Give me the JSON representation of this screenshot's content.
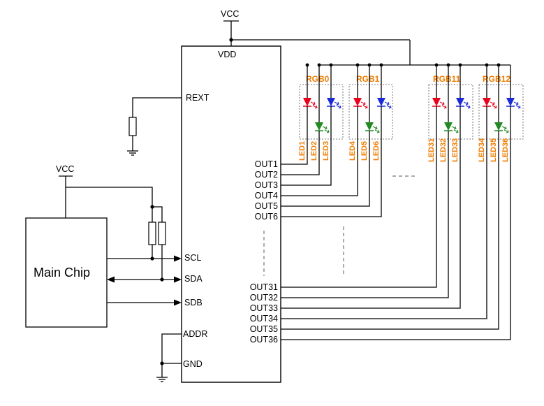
{
  "labels": {
    "vcc_top": "VCC",
    "vcc_left": "VCC",
    "vdd": "VDD",
    "rext": "REXT",
    "main_chip": "Main Chip",
    "scl": "SCL",
    "sda": "SDA",
    "sdb": "SDB",
    "addr": "ADDR",
    "gnd": "GND"
  },
  "outputs_top": [
    "OUT1",
    "OUT2",
    "OUT3",
    "OUT4",
    "OUT5",
    "OUT6"
  ],
  "outputs_bottom": [
    "OUT31",
    "OUT32",
    "OUT33",
    "OUT34",
    "OUT35",
    "OUT36"
  ],
  "rgb_groups": [
    {
      "name": "RGB0",
      "leds": [
        "LED1",
        "LED2",
        "LED3"
      ]
    },
    {
      "name": "RGB1",
      "leds": [
        "LED4",
        "LED5",
        "LED6"
      ]
    },
    {
      "name": "RGB11",
      "leds": [
        "LED31",
        "LED32",
        "LED33"
      ]
    },
    {
      "name": "RGB12",
      "leds": [
        "LED34",
        "LED35",
        "LED36"
      ]
    }
  ],
  "colors": {
    "red_led": "#e8001c",
    "green_led": "#1f8a1f",
    "blue_led": "#1a2ad8",
    "label_orange": "#ef7d00",
    "wire": "#000000"
  }
}
